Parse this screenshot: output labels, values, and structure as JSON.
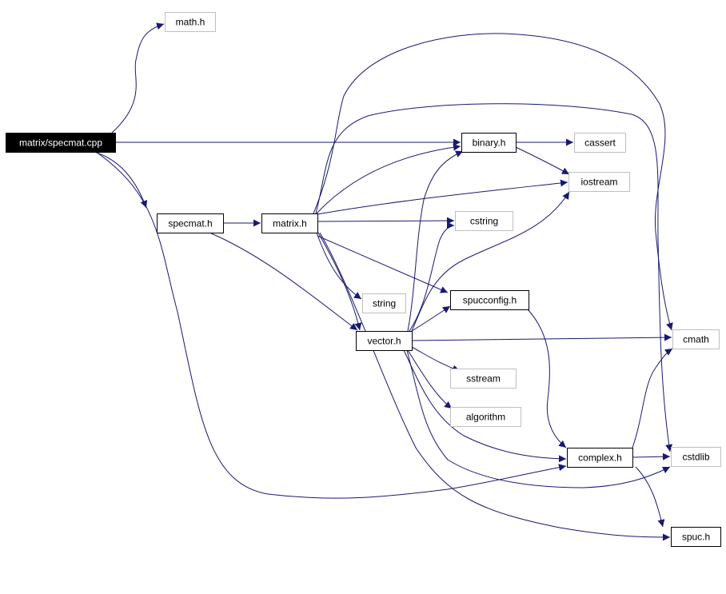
{
  "diagram": {
    "type": "include-dependency-graph",
    "colors": {
      "edge": "#191970",
      "root_fill": "#000000",
      "root_text": "#ffffff",
      "documented_border": "#000000",
      "undocumented_border": "#bfbfbf",
      "text": "#000000"
    },
    "nodes": [
      {
        "id": "root",
        "label": "matrix/specmat.cpp",
        "kind": "root"
      },
      {
        "id": "math",
        "label": "math.h",
        "kind": "external"
      },
      {
        "id": "binary",
        "label": "binary.h",
        "kind": "documented"
      },
      {
        "id": "cassert",
        "label": "cassert",
        "kind": "external"
      },
      {
        "id": "iostream",
        "label": "iostream",
        "kind": "external"
      },
      {
        "id": "specmat",
        "label": "specmat.h",
        "kind": "documented"
      },
      {
        "id": "matrix",
        "label": "matrix.h",
        "kind": "documented"
      },
      {
        "id": "cstring",
        "label": "cstring",
        "kind": "external"
      },
      {
        "id": "string",
        "label": "string",
        "kind": "external"
      },
      {
        "id": "spucconfig",
        "label": "spucconfig.h",
        "kind": "documented"
      },
      {
        "id": "vector",
        "label": "vector.h",
        "kind": "documented"
      },
      {
        "id": "cmath",
        "label": "cmath",
        "kind": "external"
      },
      {
        "id": "sstream",
        "label": "sstream",
        "kind": "external"
      },
      {
        "id": "algorithm",
        "label": "algorithm",
        "kind": "external"
      },
      {
        "id": "complex",
        "label": "complex.h",
        "kind": "documented"
      },
      {
        "id": "cstdlib",
        "label": "cstdlib",
        "kind": "external"
      },
      {
        "id": "spuc",
        "label": "spuc.h",
        "kind": "documented"
      }
    ],
    "edges": [
      {
        "from": "root",
        "to": "math"
      },
      {
        "from": "root",
        "to": "binary"
      },
      {
        "from": "root",
        "to": "specmat"
      },
      {
        "from": "root",
        "to": "complex"
      },
      {
        "from": "specmat",
        "to": "matrix"
      },
      {
        "from": "specmat",
        "to": "vector"
      },
      {
        "from": "matrix",
        "to": "binary"
      },
      {
        "from": "matrix",
        "to": "iostream"
      },
      {
        "from": "matrix",
        "to": "cstring"
      },
      {
        "from": "matrix",
        "to": "string"
      },
      {
        "from": "matrix",
        "to": "spucconfig"
      },
      {
        "from": "matrix",
        "to": "vector"
      },
      {
        "from": "matrix",
        "to": "cmath"
      },
      {
        "from": "matrix",
        "to": "cstdlib"
      },
      {
        "from": "matrix",
        "to": "spuc"
      },
      {
        "from": "binary",
        "to": "cassert"
      },
      {
        "from": "binary",
        "to": "iostream"
      },
      {
        "from": "vector",
        "to": "binary"
      },
      {
        "from": "vector",
        "to": "iostream"
      },
      {
        "from": "vector",
        "to": "cstring"
      },
      {
        "from": "vector",
        "to": "spucconfig"
      },
      {
        "from": "vector",
        "to": "cmath"
      },
      {
        "from": "vector",
        "to": "sstream"
      },
      {
        "from": "vector",
        "to": "algorithm"
      },
      {
        "from": "vector",
        "to": "complex"
      },
      {
        "from": "vector",
        "to": "cstdlib"
      },
      {
        "from": "spucconfig",
        "to": "complex"
      },
      {
        "from": "complex",
        "to": "cmath"
      },
      {
        "from": "complex",
        "to": "cstdlib"
      },
      {
        "from": "complex",
        "to": "spuc"
      }
    ]
  }
}
